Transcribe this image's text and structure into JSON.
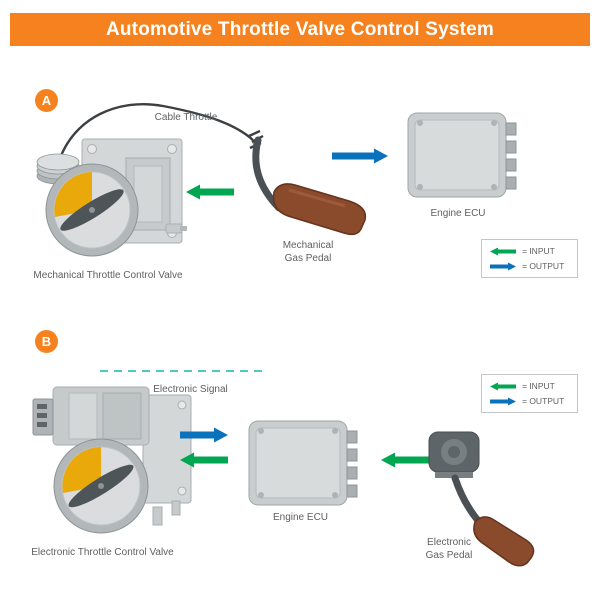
{
  "header": {
    "title": "Automotive Throttle Valve Control System"
  },
  "colors": {
    "banner_orange": "#F5821F",
    "input_green": "#00A651",
    "output_blue": "#0A72BA",
    "signal_teal": "#4EC9C4",
    "pedal_brown": "#8A4A2C",
    "valve_yellow": "#E9A90B",
    "component_gray": "#C9CDCE",
    "label_gray": "#5F6062"
  },
  "legend": {
    "input": "=  INPUT",
    "output": "=  OUTPUT"
  },
  "section_a": {
    "marker": "A",
    "cable_label": "Cable Throttle",
    "valve_label": "Mechanical Throttle Control Valve",
    "pedal_label_line1": "Mechanical",
    "pedal_label_line2": "Gas Pedal",
    "ecu_label": "Engine ECU"
  },
  "section_b": {
    "marker": "B",
    "signal_label": "Electronic Signal",
    "valve_label": "Electronic Throttle Control Valve",
    "ecu_label": "Engine ECU",
    "pedal_label_line1": "Electronic",
    "pedal_label_line2": "Gas Pedal"
  }
}
